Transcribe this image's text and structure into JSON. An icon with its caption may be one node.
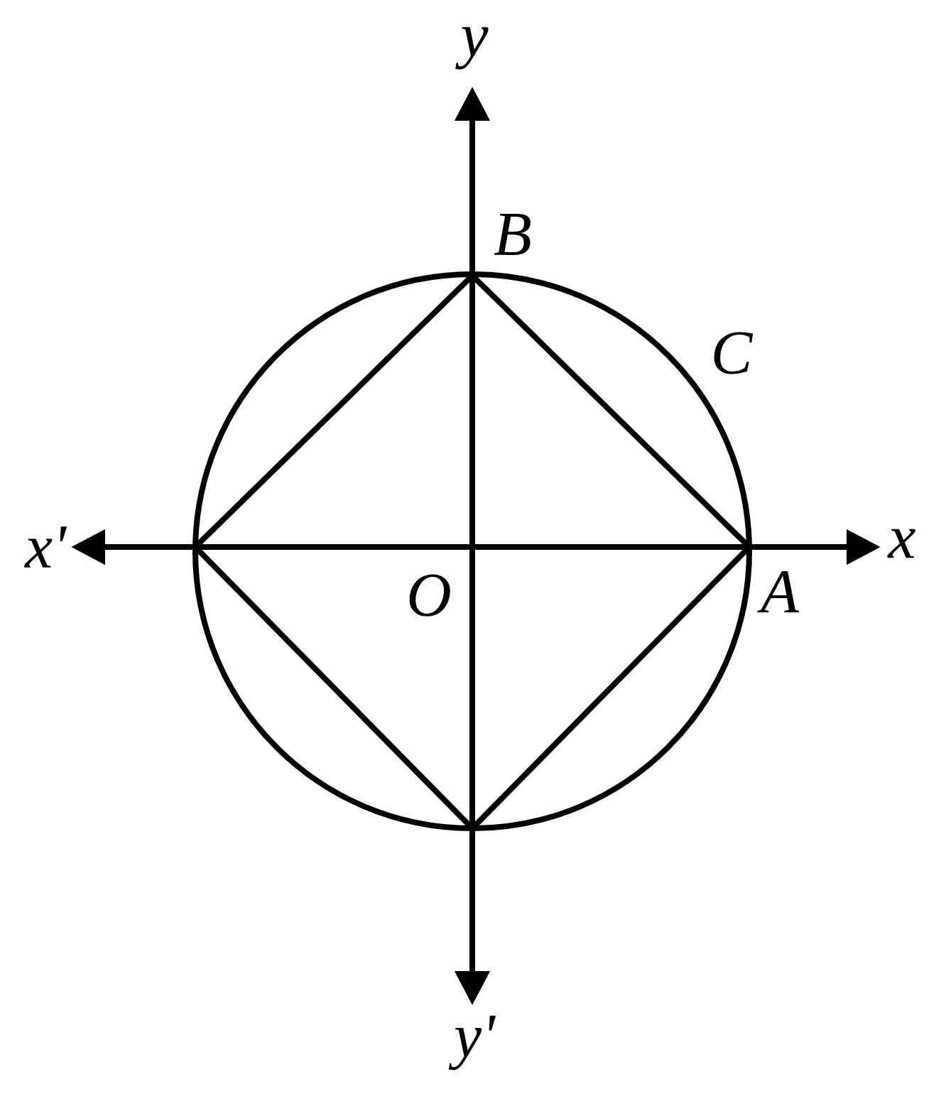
{
  "diagram": {
    "labels": [
      "y",
      "B",
      "C",
      "x'",
      "x",
      "O",
      "A",
      "y'"
    ]
  }
}
